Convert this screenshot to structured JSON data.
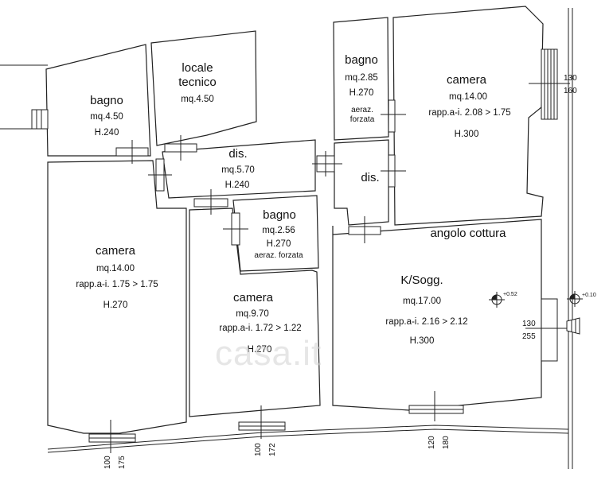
{
  "rooms": {
    "bagno_left": {
      "name": "bagno",
      "area": "mq.4.50",
      "height": "H.240"
    },
    "locale_tecnico": {
      "name_line1": "locale",
      "name_line2": "tecnico",
      "area": "mq.4.50"
    },
    "dis_center": {
      "name": "dis.",
      "area": "mq.5.70",
      "height": "H.240"
    },
    "bagno_small": {
      "name": "bagno",
      "area": "mq.2.56",
      "height": "H.270",
      "note": "aeraz. forzata"
    },
    "camera_left": {
      "name": "camera",
      "area": "mq.14.00",
      "ratio": "rapp.a-i. 1.75 > 1.75",
      "height": "H.270"
    },
    "camera_mid": {
      "name": "camera",
      "area": "mq.9.70",
      "ratio": "rapp.a-i. 1.72 > 1.22",
      "height": "H.270"
    },
    "bagno_top_right": {
      "name": "bagno",
      "area": "mq.2.85",
      "height": "H.270",
      "note_line1": "aeraz.",
      "note_line2": "forzata"
    },
    "camera_right": {
      "name": "camera",
      "area": "mq.14.00",
      "ratio": "rapp.a-i. 2.08 > 1.75",
      "height": "H.300"
    },
    "dis_right": {
      "name": "dis."
    },
    "kitchen_living": {
      "label_top": "angolo cottura",
      "name": "K/Sogg.",
      "area": "mq.17.00",
      "ratio": "rapp.a-i. 2.16 > 2.12",
      "height": "H.300"
    }
  },
  "markers": {
    "level_inner": "+0.52",
    "level_outer": "+0.10"
  },
  "window_dims": {
    "w1": {
      "a": "100",
      "b": "175"
    },
    "w2": {
      "a": "100",
      "b": "172"
    },
    "w3": {
      "a": "120",
      "b": "180"
    },
    "w4": {
      "a": "130",
      "b": "160"
    },
    "w5": {
      "a": "130",
      "b": "255"
    }
  },
  "watermark": "casa.it"
}
